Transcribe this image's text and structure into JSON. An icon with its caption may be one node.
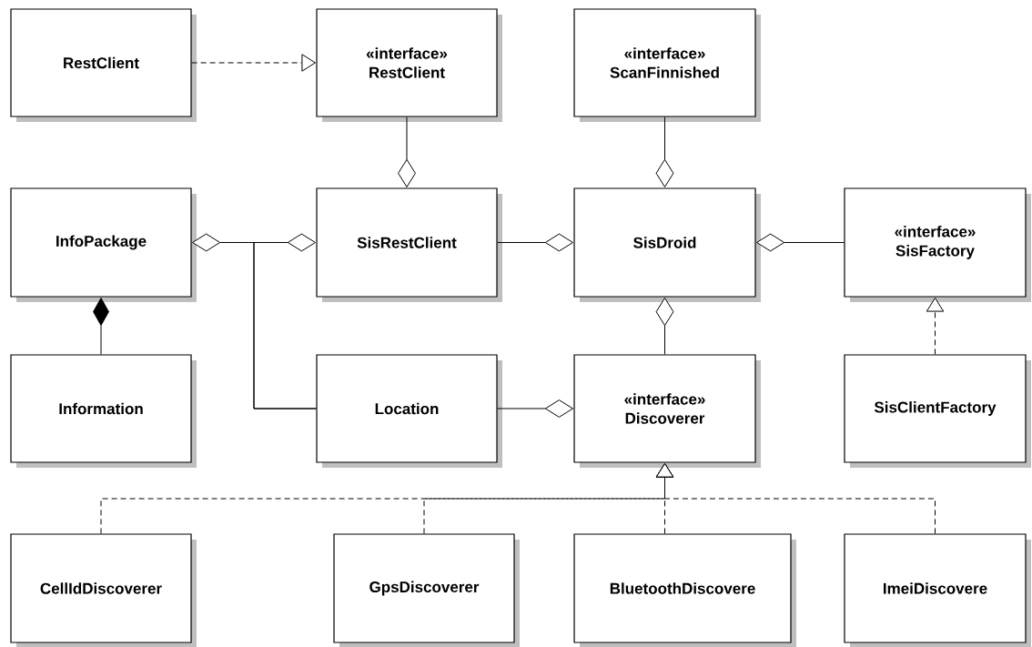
{
  "diagram": {
    "nodes": [
      {
        "text": [
          "RestClient"
        ]
      },
      {
        "text": [
          "«interface»",
          "RestClient"
        ]
      },
      {
        "text": [
          "«interface»",
          "ScanFinnished"
        ]
      },
      {
        "text": [
          "InfoPackage"
        ]
      },
      {
        "text": [
          "SisRestClient"
        ]
      },
      {
        "text": [
          "SisDroid"
        ]
      },
      {
        "text": [
          "«interface»",
          "SisFactory"
        ]
      },
      {
        "text": [
          "Information"
        ]
      },
      {
        "text": [
          "Location"
        ]
      },
      {
        "text": [
          "«interface»",
          "Discoverer"
        ]
      },
      {
        "text": [
          "SisClientFactory"
        ]
      },
      {
        "text": [
          "CellIdDiscoverer"
        ]
      },
      {
        "text": [
          "GpsDiscoverer"
        ]
      },
      {
        "text": [
          "BluetoothDiscovere"
        ]
      },
      {
        "text": [
          "ImeiDiscovere"
        ]
      }
    ],
    "edges": [
      {
        "from": 0,
        "to": 1,
        "arrow": "to",
        "style": "dashed"
      },
      {
        "from": 1,
        "to": 4,
        "arrow": "other"
      },
      {
        "from": 2,
        "to": 5,
        "arrow": "other"
      },
      {
        "from": 8,
        "to": 3,
        "arrow": "other"
      },
      {
        "from": 8,
        "to": 4,
        "arrow": "other"
      },
      {
        "from": 4,
        "to": 5,
        "arrow": "other"
      },
      {
        "from": 6,
        "to": 5,
        "arrow": "other"
      },
      {
        "from": 9,
        "to": 5,
        "arrow": "other"
      },
      {
        "from": 7,
        "to": 3,
        "arrow": "other"
      },
      {
        "from": 8,
        "to": 9,
        "arrow": "other"
      },
      {
        "from": 10,
        "to": 6,
        "arrow": "to",
        "style": "dashed"
      },
      {
        "from": 11,
        "to": 9,
        "arrow": "to",
        "style": "dashed"
      },
      {
        "from": 12,
        "to": 9,
        "arrow": "to",
        "style": "dashed"
      },
      {
        "from": 13,
        "to": 9,
        "arrow": "to",
        "style": "dashed"
      },
      {
        "from": 14,
        "to": 9,
        "arrow": "to",
        "style": "dashed"
      }
    ]
  }
}
